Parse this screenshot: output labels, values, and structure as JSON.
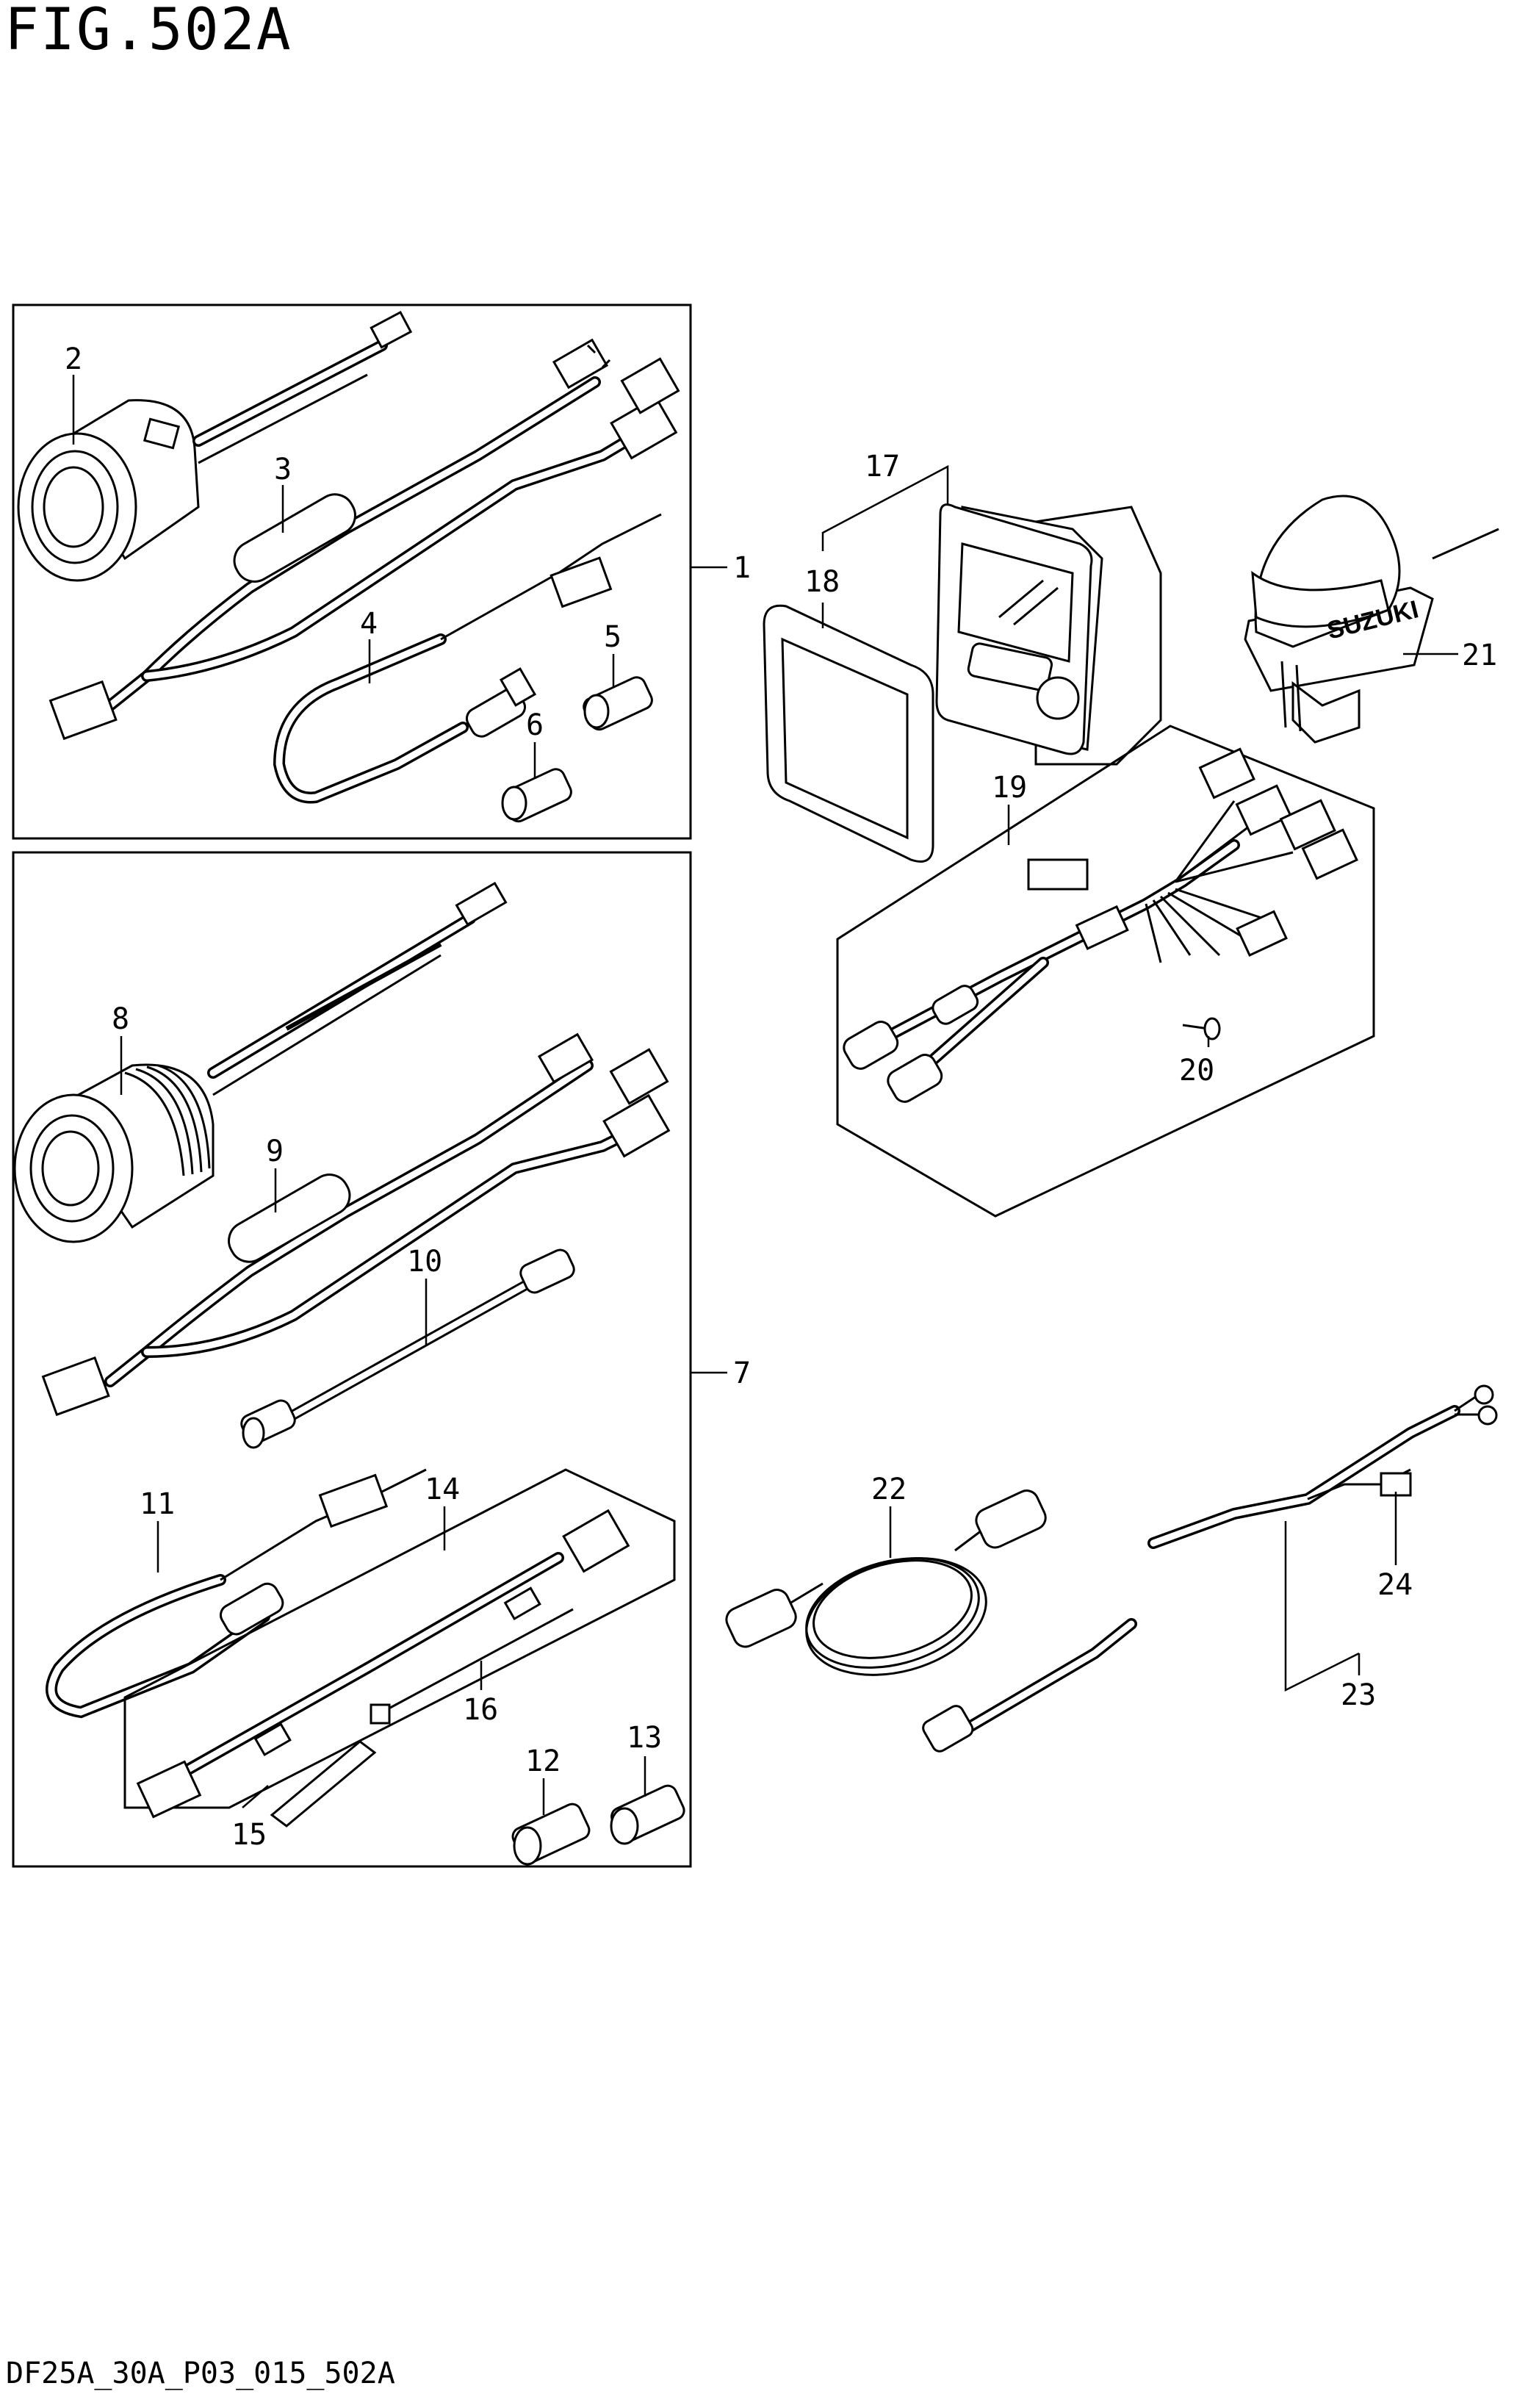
{
  "header": {
    "figure_title": "FIG.502A"
  },
  "footer": {
    "drawing_code": "DF25A_30A_P03_015_502A"
  },
  "callouts": {
    "c1": "1",
    "c2": "2",
    "c3": "3",
    "c4": "4",
    "c5": "5",
    "c6": "6",
    "c7": "7",
    "c8": "8",
    "c9": "9",
    "c10": "10",
    "c11": "11",
    "c12": "12",
    "c13": "13",
    "c14": "14",
    "c15": "15",
    "c16": "16",
    "c17": "17",
    "c18": "18",
    "c19": "19",
    "c20": "20",
    "c21": "21",
    "c22": "22",
    "c23": "23",
    "c24": "24"
  },
  "decals": {
    "brand_text": "SUZUKI"
  }
}
